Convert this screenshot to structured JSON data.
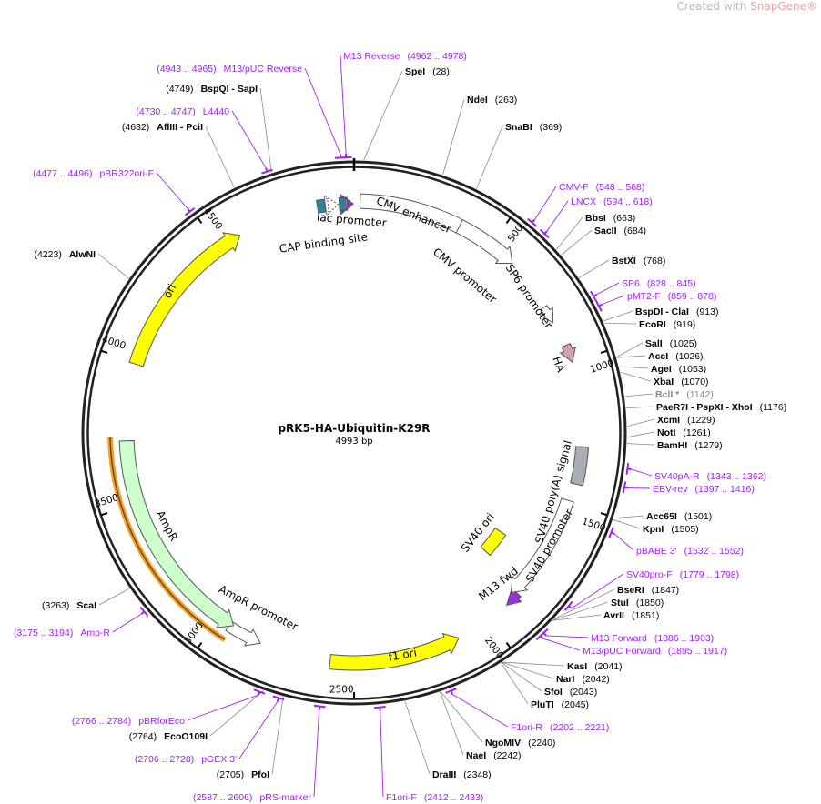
{
  "watermark": {
    "prefix": "Created with ",
    "brand": "SnapGene®"
  },
  "plasmid": {
    "name": "pRK5-HA-Ubiquitin-K29R",
    "length_label": "4993 bp",
    "length": 4993
  },
  "colors": {
    "backbone": "#222222",
    "primer": "#a020f0",
    "yellow": "#ffff00",
    "green": "#ccffcc",
    "orange": "#f0a030",
    "teal": "#2e8299",
    "pink": "#d4a0b0",
    "gray": "#a9aeb4",
    "purple": "#9b30e0"
  },
  "ticks": [
    "500",
    "1000",
    "1500",
    "2000",
    "2500",
    "3000",
    "3500",
    "4000",
    "4500"
  ],
  "enzymes": [
    {
      "name": "SpeI",
      "pos": "(28)",
      "site": 28
    },
    {
      "name": "NdeI",
      "pos": "(263)",
      "site": 263
    },
    {
      "name": "SnaBI",
      "pos": "(369)",
      "site": 369
    },
    {
      "name": "BbsI",
      "pos": "(663)",
      "site": 663
    },
    {
      "name": "SacII",
      "pos": "(684)",
      "site": 684
    },
    {
      "name": "BstXI",
      "pos": "(768)",
      "site": 768
    },
    {
      "name": "BspDI  - ClaI",
      "pos": "(913)",
      "site": 913
    },
    {
      "name": "EcoRI",
      "pos": "(919)",
      "site": 919
    },
    {
      "name": "SalI",
      "pos": "(1025)",
      "site": 1025
    },
    {
      "name": "AccI",
      "pos": "(1026)",
      "site": 1026
    },
    {
      "name": "AgeI",
      "pos": "(1053)",
      "site": 1053
    },
    {
      "name": "XbaI",
      "pos": "(1070)",
      "site": 1070
    },
    {
      "name": "BclI *",
      "pos": "(1142)",
      "site": 1142,
      "gray": true
    },
    {
      "name": "PaeR7I  - PspXI  - XhoI",
      "pos": "(1176)",
      "site": 1176
    },
    {
      "name": "XcmI",
      "pos": "(1229)",
      "site": 1229
    },
    {
      "name": "NotI",
      "pos": "(1261)",
      "site": 1261
    },
    {
      "name": "BamHI",
      "pos": "(1279)",
      "site": 1279
    },
    {
      "name": "Acc65I",
      "pos": "(1501)",
      "site": 1501
    },
    {
      "name": "KpnI",
      "pos": "(1505)",
      "site": 1505
    },
    {
      "name": "BseRI",
      "pos": "(1847)",
      "site": 1847
    },
    {
      "name": "StuI",
      "pos": "(1850)",
      "site": 1850
    },
    {
      "name": "AvrII",
      "pos": "(1851)",
      "site": 1851
    },
    {
      "name": "KasI",
      "pos": "(2041)",
      "site": 2041
    },
    {
      "name": "NarI",
      "pos": "(2042)",
      "site": 2042
    },
    {
      "name": "SfoI",
      "pos": "(2043)",
      "site": 2043
    },
    {
      "name": "PluTI",
      "pos": "(2045)",
      "site": 2045
    },
    {
      "name": "NgoMIV",
      "pos": "(2240)",
      "site": 2240
    },
    {
      "name": "NaeI",
      "pos": "(2242)",
      "site": 2242
    },
    {
      "name": "DraIII",
      "pos": "(2348)",
      "site": 2348
    },
    {
      "name": "PfoI",
      "pos": "(2705)",
      "site": 2705
    },
    {
      "name": "EcoO109I",
      "pos": "(2764)",
      "site": 2764
    },
    {
      "name": "ScaI",
      "pos": "(3263)",
      "site": 3263
    },
    {
      "name": "AlwNI",
      "pos": "(4223)",
      "site": 4223
    },
    {
      "name": "AflIII  - PciI",
      "pos": "(4632)",
      "site": 4632
    },
    {
      "name": "BspQI  - SapI",
      "pos": "(4749)",
      "site": 4749
    }
  ],
  "primers": [
    {
      "name": "M13 Reverse",
      "range": "(4962 .. 4978)",
      "site": 4970
    },
    {
      "name": "M13/pUC Reverse",
      "range": "(4943 .. 4965)",
      "site": 4954
    },
    {
      "name": "L4440",
      "range": "(4730 .. 4747)",
      "site": 4738
    },
    {
      "name": "pBR322ori-F",
      "range": "(4477 .. 4496)",
      "site": 4486
    },
    {
      "name": "CMV-F",
      "range": "(548 .. 568)",
      "site": 558
    },
    {
      "name": "LNCX",
      "range": "(594 .. 618)",
      "site": 606
    },
    {
      "name": "SP6",
      "range": "(828 .. 845)",
      "site": 836
    },
    {
      "name": "pMT2-F",
      "range": "(859 .. 878)",
      "site": 868
    },
    {
      "name": "SV40pA-R",
      "range": "(1343 .. 1362)",
      "site": 1352
    },
    {
      "name": "EBV-rev",
      "range": "(1397 .. 1416)",
      "site": 1406
    },
    {
      "name": "pBABE 3'",
      "range": "(1532 .. 1552)",
      "site": 1542
    },
    {
      "name": "SV40pro-F",
      "range": "(1779 .. 1798)",
      "site": 1788
    },
    {
      "name": "M13 Forward",
      "range": "(1886 .. 1903)",
      "site": 1894
    },
    {
      "name": "M13/pUC Forward",
      "range": "(1895 .. 1917)",
      "site": 1906
    },
    {
      "name": "F1ori-R",
      "range": "(2202 .. 2221)",
      "site": 2211
    },
    {
      "name": "F1ori-F",
      "range": "(2412 .. 2433)",
      "site": 2422
    },
    {
      "name": "pRS-marker",
      "range": "(2587 .. 2606)",
      "site": 2596
    },
    {
      "name": "pGEX 3'",
      "range": "(2706 .. 2728)",
      "site": 2717
    },
    {
      "name": "pBRforEco",
      "range": "(2766 .. 2784)",
      "site": 2775
    },
    {
      "name": "Amp-R",
      "range": "(3175 .. 3194)",
      "site": 3184
    }
  ],
  "features": [
    {
      "name": "CMV enhancer"
    },
    {
      "name": "lac promoter"
    },
    {
      "name": "CAP binding site"
    },
    {
      "name": "CMV promoter"
    },
    {
      "name": "SP6 promoter"
    },
    {
      "name": "HA"
    },
    {
      "name": "SV40 poly(A) signal"
    },
    {
      "name": "SV40 promoter"
    },
    {
      "name": "SV40 ori"
    },
    {
      "name": "M13 fwd"
    },
    {
      "name": "f1 ori"
    },
    {
      "name": "AmpR promoter"
    },
    {
      "name": "AmpR"
    },
    {
      "name": "ori"
    }
  ]
}
